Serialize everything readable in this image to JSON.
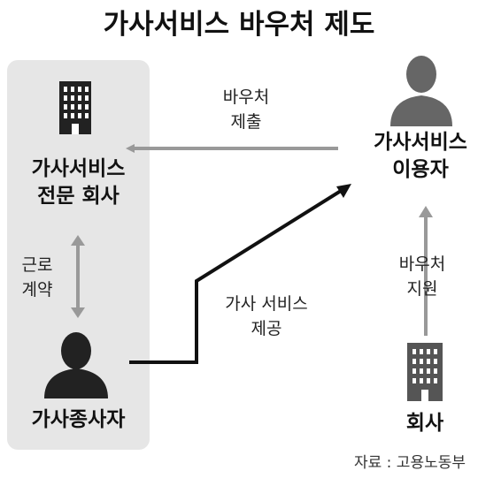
{
  "title": "가사서비스 바우처 제도",
  "nodes": {
    "provider_company": {
      "line1": "가사서비스",
      "line2": "전문 회사",
      "icon": "office-building-icon"
    },
    "service_user": {
      "line1": "가사서비스",
      "line2": "이용자",
      "icon": "person-icon"
    },
    "domestic_worker": {
      "label": "가사종사자",
      "icon": "person-icon"
    },
    "company": {
      "label": "회사",
      "icon": "office-building-icon"
    }
  },
  "edges": {
    "voucher_submit": {
      "line1": "바우처",
      "line2": "제출"
    },
    "labor_contract": {
      "line1": "근로",
      "line2": "계약"
    },
    "service_provide": {
      "line1": "가사 서비스",
      "line2": "제공"
    },
    "voucher_support": {
      "line1": "바우처",
      "line2": "지원"
    }
  },
  "source": "자료 : 고용노동부",
  "colors": {
    "panel": "#e6e6e6",
    "icon_dark": "#222222",
    "icon_person_user": "#666666",
    "arrow_gray": "#999999",
    "arrow_black": "#111111"
  }
}
